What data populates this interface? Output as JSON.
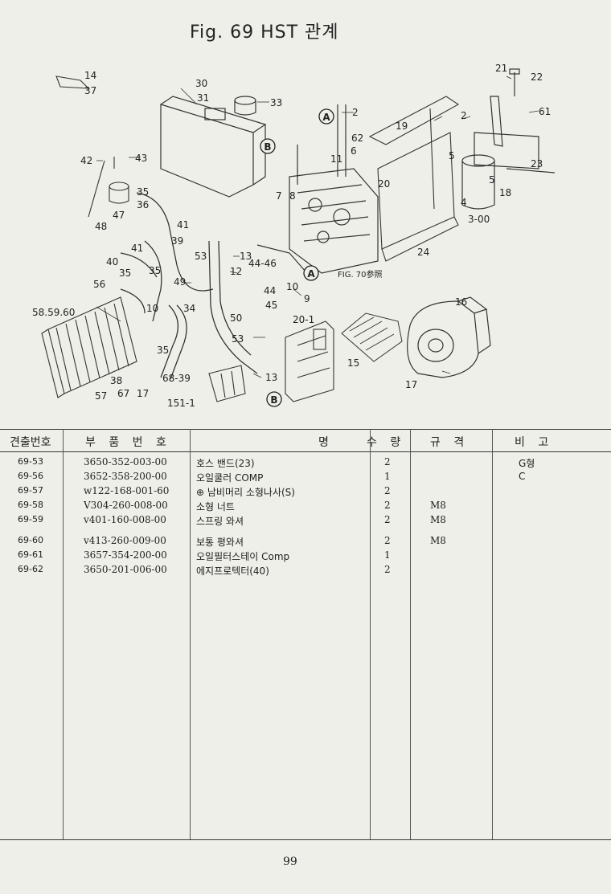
{
  "figure": {
    "title": "Fig. 69  HST 관계",
    "callouts": {
      "n14": "14",
      "n37": "37",
      "n30": "30",
      "n31": "31",
      "n33": "33",
      "n2a": "2",
      "n2b": "2",
      "n21": "21",
      "n22": "22",
      "n61": "61",
      "n19": "19",
      "n62": "62",
      "n6": "6",
      "n11": "11",
      "n5a": "5",
      "n5b": "5",
      "n23": "23",
      "n18": "18",
      "n4": "4",
      "n300": "3-00",
      "n20": "20",
      "n24": "24",
      "n42": "42",
      "n43": "43",
      "n35a": "35",
      "n36": "36",
      "n47": "47",
      "n48": "48",
      "n41a": "41",
      "n41b": "41",
      "n39": "39",
      "n40": "40",
      "n7": "7",
      "n8": "8",
      "n53a": "53",
      "n13a": "13",
      "n12": "12",
      "n4446": "44-46",
      "n56": "56",
      "n35b": "35",
      "n35c": "35",
      "n49": "49",
      "n10a": "10",
      "n10b": "10",
      "n44": "44",
      "n9": "9",
      "n45": "45",
      "n34": "34",
      "n585960": "58.59.60",
      "n50": "50",
      "n53b": "53",
      "n16": "16",
      "n201": "20-1",
      "n15": "15",
      "n35d": "35",
      "n38": "38",
      "n6839": "68-39",
      "n13b": "13",
      "n57": "57",
      "n67": "67",
      "n17a": "17",
      "n17b": "17",
      "n1511": "151-1",
      "fig70": "FIG. 70参照",
      "markA": "A",
      "markB": "B"
    }
  },
  "table": {
    "headers": {
      "index": "견출번호",
      "part_no": "부 품 번 호",
      "name": "명",
      "qty": "수 량",
      "spec": "규 격",
      "note": "비 고"
    },
    "rows": [
      {
        "index": "69-53",
        "part_no": "3650-352-003-00",
        "name": "호스 밴드(23)",
        "qty": "2",
        "spec": "",
        "note": "G형"
      },
      {
        "index": "69-56",
        "part_no": "3652-358-200-00",
        "name": "오일쿨러 COMP",
        "qty": "1",
        "spec": "",
        "note": "C"
      },
      {
        "index": "69-57",
        "part_no": "w122-168-001-60",
        "name": "⊕ 남비머리 소형나사(S)",
        "qty": "2",
        "spec": "",
        "note": ""
      },
      {
        "index": "69-58",
        "part_no": "V304-260-008-00",
        "name": "소형 너트",
        "qty": "2",
        "spec": "M8",
        "note": ""
      },
      {
        "index": "69-59",
        "part_no": "v401-160-008-00",
        "name": "스프링 와셔",
        "qty": "2",
        "spec": "M8",
        "note": ""
      },
      {
        "index": "69-60",
        "part_no": "v413-260-009-00",
        "name": "보통 평와셔",
        "qty": "2",
        "spec": "M8",
        "note": ""
      },
      {
        "index": "69-61",
        "part_no": "3657-354-200-00",
        "name": "오일필터스테이 Comp",
        "qty": "1",
        "spec": "",
        "note": ""
      },
      {
        "index": "69-62",
        "part_no": "3650-201-006-00",
        "name": "에지프로텍터(40)",
        "qty": "2",
        "spec": "",
        "note": ""
      }
    ]
  },
  "footer": {
    "page_number": "99"
  }
}
